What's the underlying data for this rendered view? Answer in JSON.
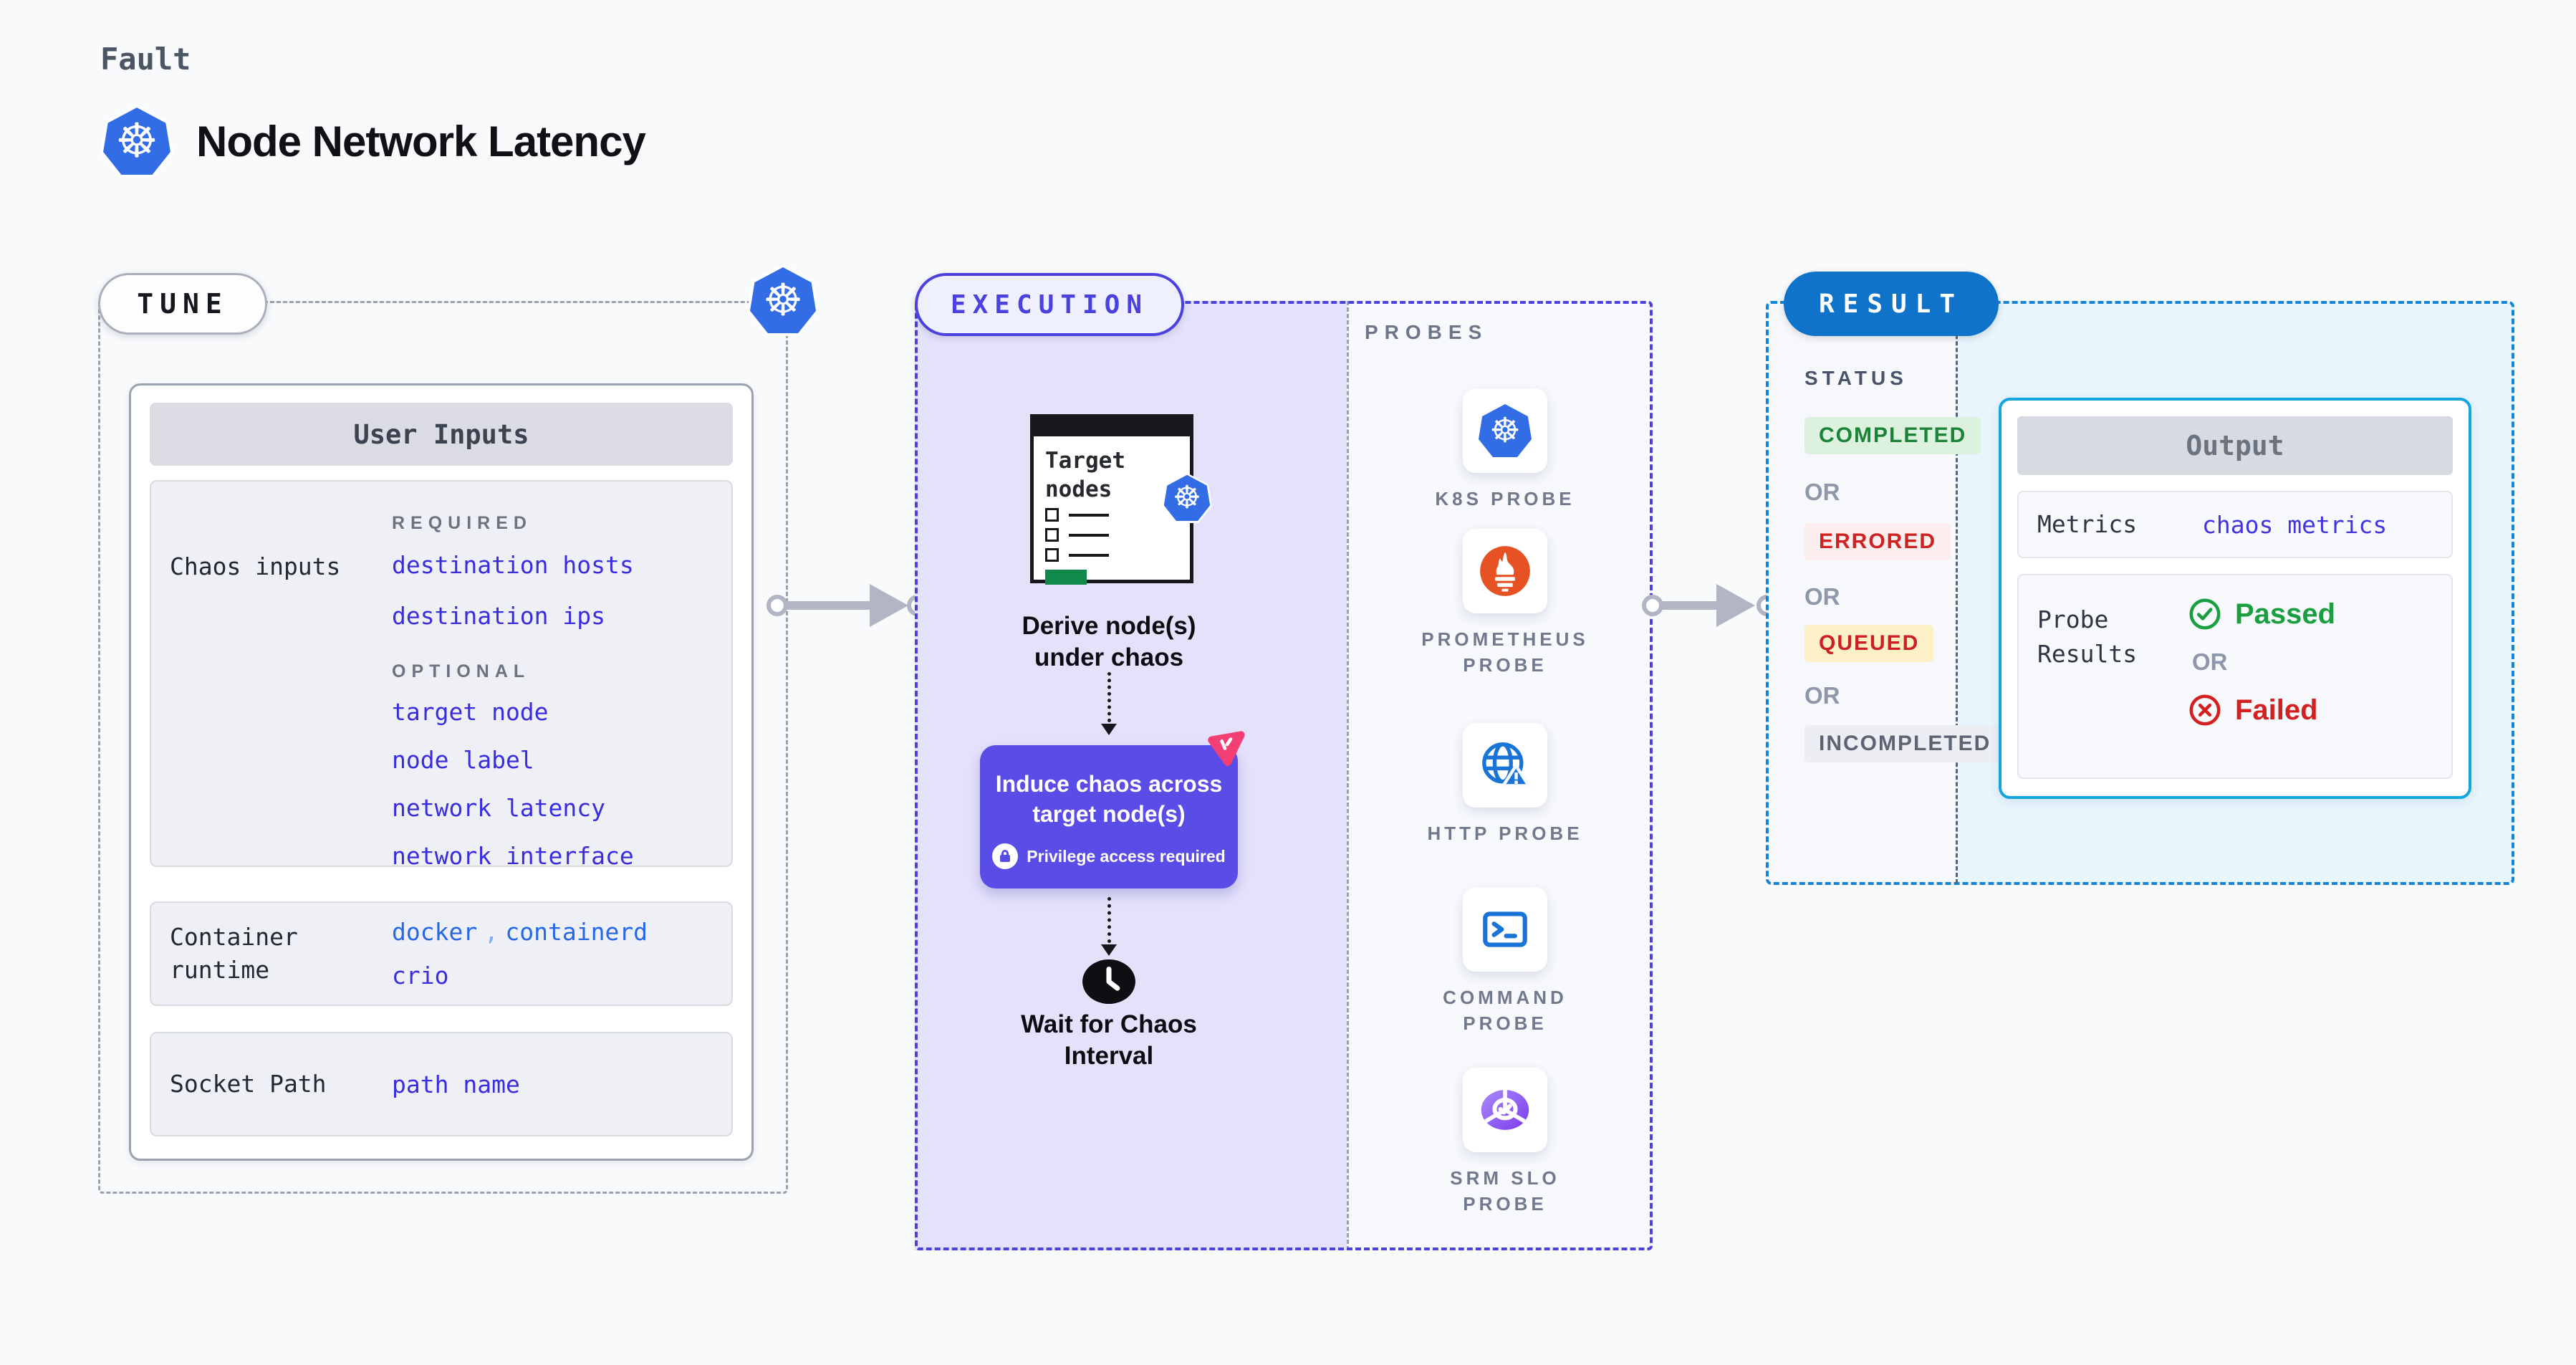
{
  "header": {
    "kind": "Fault",
    "title": "Node Network Latency"
  },
  "icons": {
    "k8s_glyph": "☸"
  },
  "tune": {
    "badge": "TUNE",
    "card_title": "User Inputs",
    "chaos": {
      "label": "Chaos inputs",
      "required_heading": "REQUIRED",
      "required": [
        "destination hosts",
        "destination ips"
      ],
      "optional_heading": "OPTIONAL",
      "optional": [
        "target node",
        "node label",
        "network latency",
        "network interface"
      ]
    },
    "runtime": {
      "label": "Container runtime",
      "v1": "docker",
      "comma": ",",
      "v2": "containerd",
      "v3": "crio"
    },
    "socket": {
      "label": "Socket Path",
      "value": "path name"
    }
  },
  "execution": {
    "badge": "EXECUTION",
    "target_card_title": "Target nodes",
    "step_derive": "Derive node(s) under chaos",
    "step_induce": "Induce chaos across target node(s)",
    "privilege_note": "Privilege access required",
    "step_wait": "Wait for Chaos Interval",
    "probes": {
      "heading": "PROBES",
      "items": [
        {
          "label": "K8S PROBE",
          "icon": "kubernetes-icon"
        },
        {
          "label": "PROMETHEUS PROBE",
          "icon": "prometheus-icon"
        },
        {
          "label": "HTTP PROBE",
          "icon": "globe-warning-icon"
        },
        {
          "label": "COMMAND PROBE",
          "icon": "terminal-icon"
        },
        {
          "label": "SRM SLO PROBE",
          "icon": "slo-gauge-icon"
        }
      ]
    }
  },
  "result": {
    "badge": "RESULT",
    "status": {
      "heading": "STATUS",
      "or": "OR",
      "completed": "COMPLETED",
      "errored": "ERRORED",
      "queued": "QUEUED",
      "incompleted": "INCOMPLETED"
    },
    "output": {
      "title": "Output",
      "metrics_label": "Metrics",
      "metrics_value": "chaos metrics",
      "probe_label": "Probe Results",
      "passed": "Passed",
      "or": "OR",
      "failed": "Failed"
    }
  },
  "colors": {
    "background": "#f8fafc",
    "k8s_blue": "#326de6",
    "indigo_accent": "#4a41df",
    "purple_step": "#5a4ce6",
    "lavender_panel": "#e4e2fa",
    "result_blue": "#0e73c9",
    "result_dash": "#1584d7",
    "output_border": "#12a5de",
    "link_indigo": "#392de0",
    "success_green": "#1a9e3f",
    "fail_red": "#d32020",
    "litmus_pink": "#f43f75",
    "prometheus_orange": "#e75225"
  }
}
